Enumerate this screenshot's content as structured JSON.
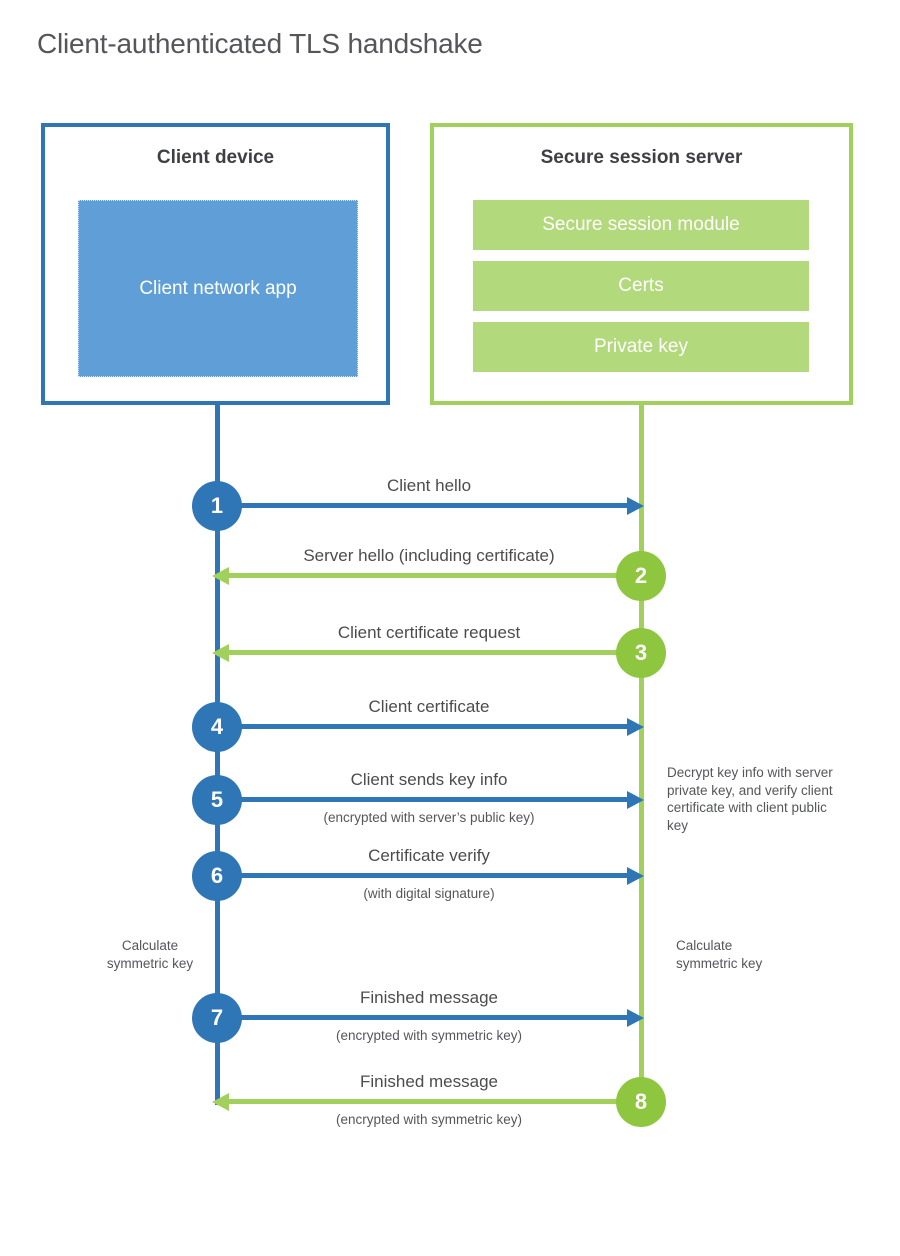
{
  "title": "Client-authenticated TLS handshake",
  "client_box": {
    "title": "Client device",
    "app_label": "Client network app"
  },
  "server_box": {
    "title": "Secure session server",
    "modules": [
      "Secure session module",
      "Certs",
      "Private key"
    ]
  },
  "steps": [
    {
      "number": "1",
      "label": "Client hello",
      "direction": "client-to-server"
    },
    {
      "number": "2",
      "label": "Server hello (including certificate)",
      "direction": "server-to-client"
    },
    {
      "number": "3",
      "label": "Client certificate request",
      "direction": "server-to-client"
    },
    {
      "number": "4",
      "label": "Client certificate",
      "direction": "client-to-server"
    },
    {
      "number": "5",
      "label": "Client sends key info",
      "sublabel": "(encrypted with server’s public key)",
      "direction": "client-to-server"
    },
    {
      "number": "6",
      "label": "Certificate verify",
      "sublabel": "(with digital signature)",
      "direction": "client-to-server"
    },
    {
      "number": "7",
      "label": "Finished message",
      "sublabel": "(encrypted with symmetric key)",
      "direction": "client-to-server"
    },
    {
      "number": "8",
      "label": "Finished message",
      "sublabel": "(encrypted with symmetric key)",
      "direction": "server-to-client"
    }
  ],
  "annotations": {
    "decrypt_note": "Decrypt key info with server private key, and verify client certificate with client public key",
    "calculate_left": "Calculate symmetric key",
    "calculate_right": "Calculate symmetric key"
  },
  "colors": {
    "blue_dark": "#2e76b6",
    "blue_fill": "#5f9ed7",
    "green_line": "#a2d05c",
    "green_circle": "#8ec640",
    "green_bar": "#b3d97d",
    "text_primary": "#4b4c4e",
    "text_secondary": "#55565a"
  }
}
